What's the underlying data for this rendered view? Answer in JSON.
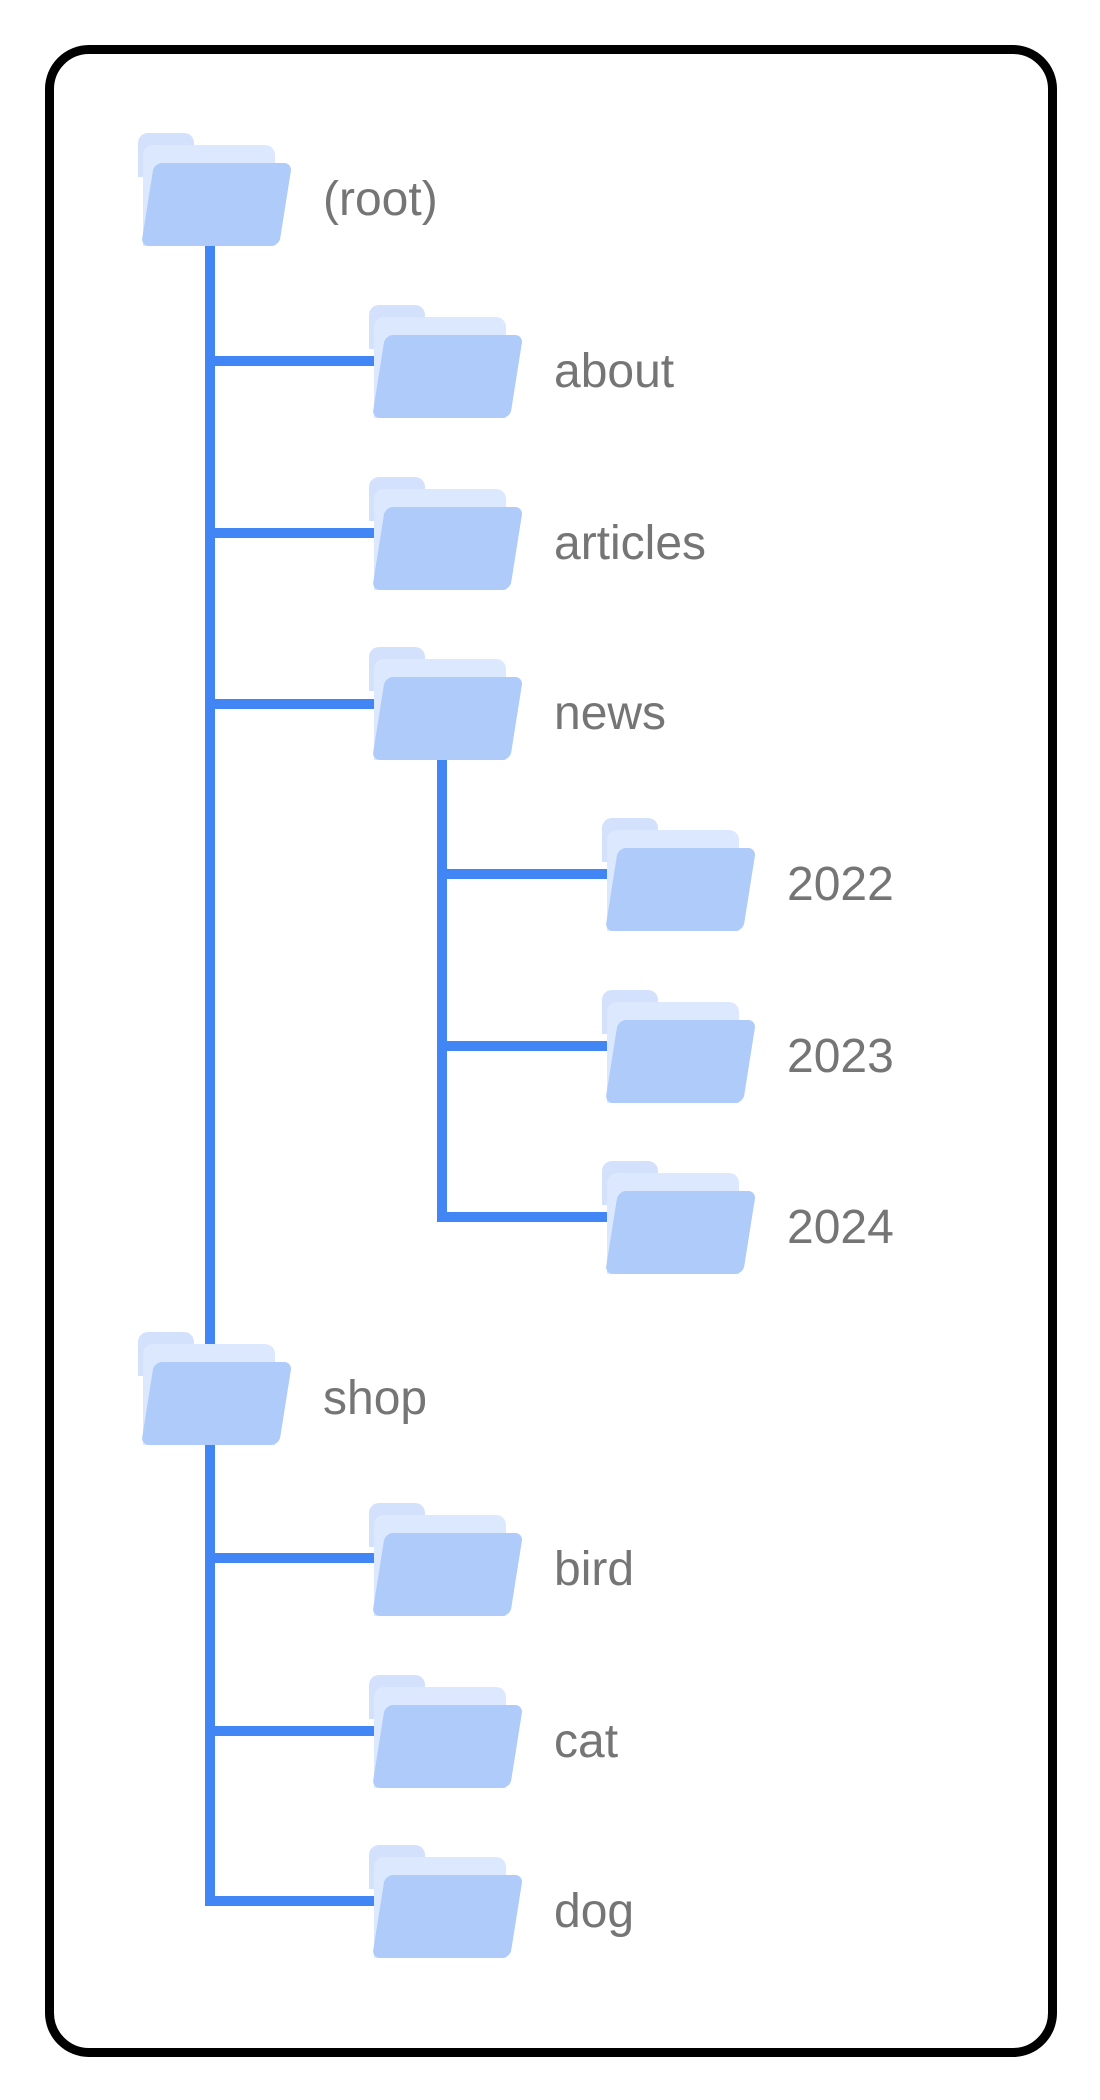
{
  "diagram": {
    "description": "site folder structure tree",
    "root": {
      "label": "(root)",
      "children": [
        {
          "label": "about",
          "children": []
        },
        {
          "label": "articles",
          "children": []
        },
        {
          "label": "news",
          "children": [
            {
              "label": "2022",
              "children": []
            },
            {
              "label": "2023",
              "children": []
            },
            {
              "label": "2024",
              "children": []
            }
          ]
        },
        {
          "label": "shop",
          "children": [
            {
              "label": "bird",
              "children": []
            },
            {
              "label": "cat",
              "children": []
            },
            {
              "label": "dog",
              "children": []
            }
          ]
        }
      ]
    }
  },
  "colors": {
    "card_border": "#000000",
    "card_background": "#ffffff",
    "connector": "#4285f4",
    "folder_back": "#d4e1fc",
    "folder_sheet": "#dce8fd",
    "folder_front": "#aecbfa",
    "label_text": "#757575"
  }
}
